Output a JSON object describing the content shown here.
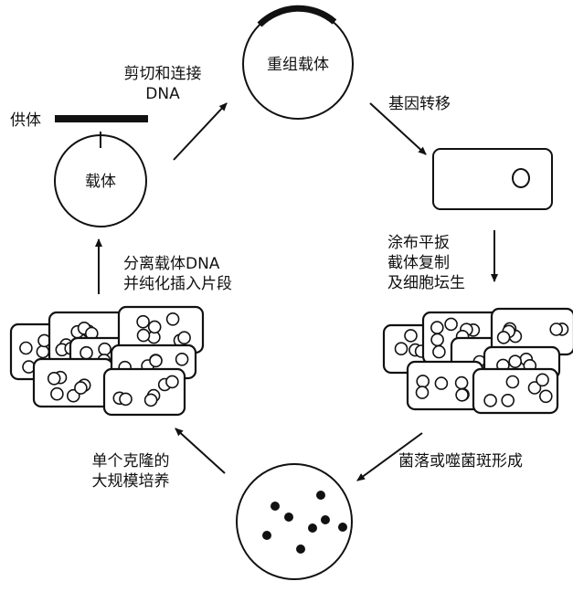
{
  "labels": {
    "recombinant_vector": "重组载体",
    "vector": "载体",
    "donor": "供体",
    "cut_ligate": [
      "剪切和连接",
      "DNA"
    ],
    "gene_transfer": "基因转移",
    "plating": [
      "涂布平扳",
      "截体复制",
      "及细胞坛生"
    ],
    "colonies": "菌落或噬菌斑形成",
    "culture": [
      "单个克隆的",
      "大规模培养"
    ],
    "isolate": [
      "分离载体DNA",
      "并纯化插入片段"
    ]
  },
  "colors": {
    "ink": "#111111",
    "background": "#ffffff"
  }
}
